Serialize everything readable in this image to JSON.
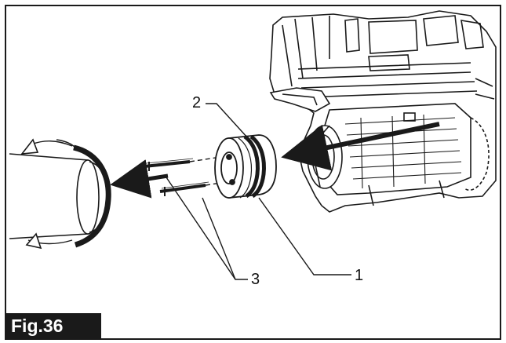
{
  "figure": {
    "label": "Fig.36",
    "callouts": {
      "part_1": "1",
      "part_2": "2",
      "part_3": "3"
    }
  },
  "colors": {
    "line": "#1a1a1a",
    "label_background": "#1a1a1a",
    "label_text": "#ffffff",
    "page": "#ffffff"
  }
}
